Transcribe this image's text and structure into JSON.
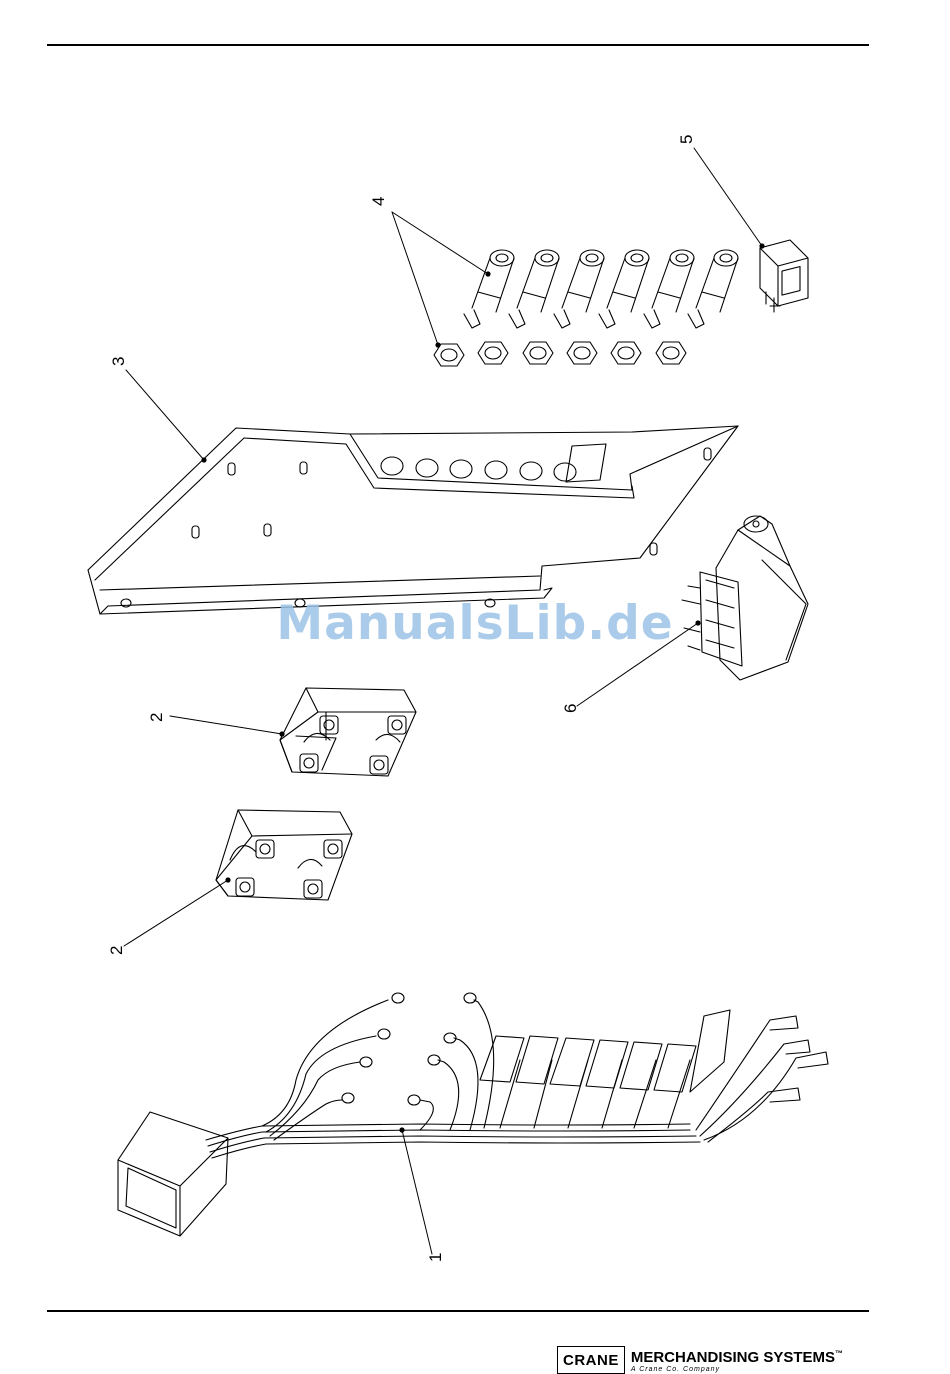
{
  "callouts": [
    "1",
    "2",
    "2",
    "3",
    "4",
    "5",
    "6"
  ],
  "watermark": "ManualsLib.de",
  "footer": {
    "brand": "CRANE",
    "division": "MERCHANDISING SYSTEMS",
    "trademark": "™",
    "tagline": "A Crane Co. Company"
  }
}
